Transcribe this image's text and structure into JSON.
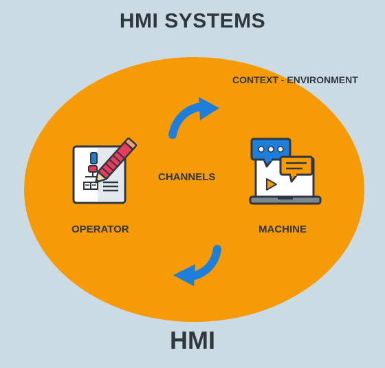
{
  "title": "HMI SYSTEMS",
  "footer": "HMI",
  "labels": {
    "context": "CONTEXT - ENVIRONMENT",
    "channels": "CHANNELS",
    "operator": "OPERATOR",
    "machine": "MACHINE"
  },
  "colors": {
    "background": "#cbdbe3",
    "ellipse": "#f79a08",
    "arrow": "#1e7fdb",
    "text": "#2f3640"
  },
  "icons": {
    "operator": "document-pencil-icon",
    "machine": "laptop-chat-icon",
    "arrow_top": "curved-arrow-right-icon",
    "arrow_bottom": "curved-arrow-left-icon"
  }
}
